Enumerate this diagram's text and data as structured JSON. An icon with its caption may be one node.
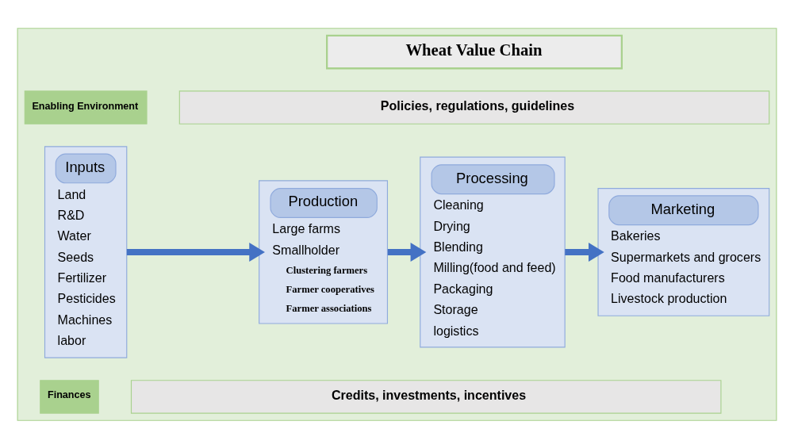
{
  "diagram": {
    "nodes": [
      {
        "text": [],
        "shape": "box"
      },
      {
        "text": [
          "Wheat Value Chain"
        ],
        "in": 0
      },
      {
        "text": [
          "Enabling Environment"
        ],
        "in": 0
      },
      {
        "text": [
          "Policies, regulations, guidelines"
        ],
        "in": 0
      },
      {
        "text": [
          "Inputs",
          "Land",
          "R&D",
          "Water",
          "Seeds",
          "Fertilizer",
          "Pesticides",
          "Machines",
          "labor"
        ],
        "in": 0
      },
      {
        "text": [
          "Production",
          "Large farms",
          "Smallholder",
          "Clustering farmers",
          "Farmer cooperatives",
          "Farmer associations"
        ],
        "in": 0
      },
      {
        "text": [
          "Processing",
          "Cleaning",
          "Drying",
          "Blending",
          "Milling(food and feed)",
          "Packaging",
          "Storage",
          "logistics"
        ],
        "in": 0
      },
      {
        "text": [
          "Marketing",
          "Bakeries",
          "Supermarkets and grocers",
          "Food manufacturers",
          "Livestock production"
        ],
        "in": 0
      },
      {
        "text": [
          "Finances"
        ],
        "in": 0
      },
      {
        "text": [
          "Credits, investments, incentives"
        ],
        "in": 0
      }
    ],
    "edges": [
      {
        "from": 4,
        "to": 5,
        "arrow": "to"
      },
      {
        "from": 5,
        "to": 6,
        "arrow": "to"
      },
      {
        "from": 6,
        "to": 7,
        "arrow": "to"
      }
    ]
  }
}
